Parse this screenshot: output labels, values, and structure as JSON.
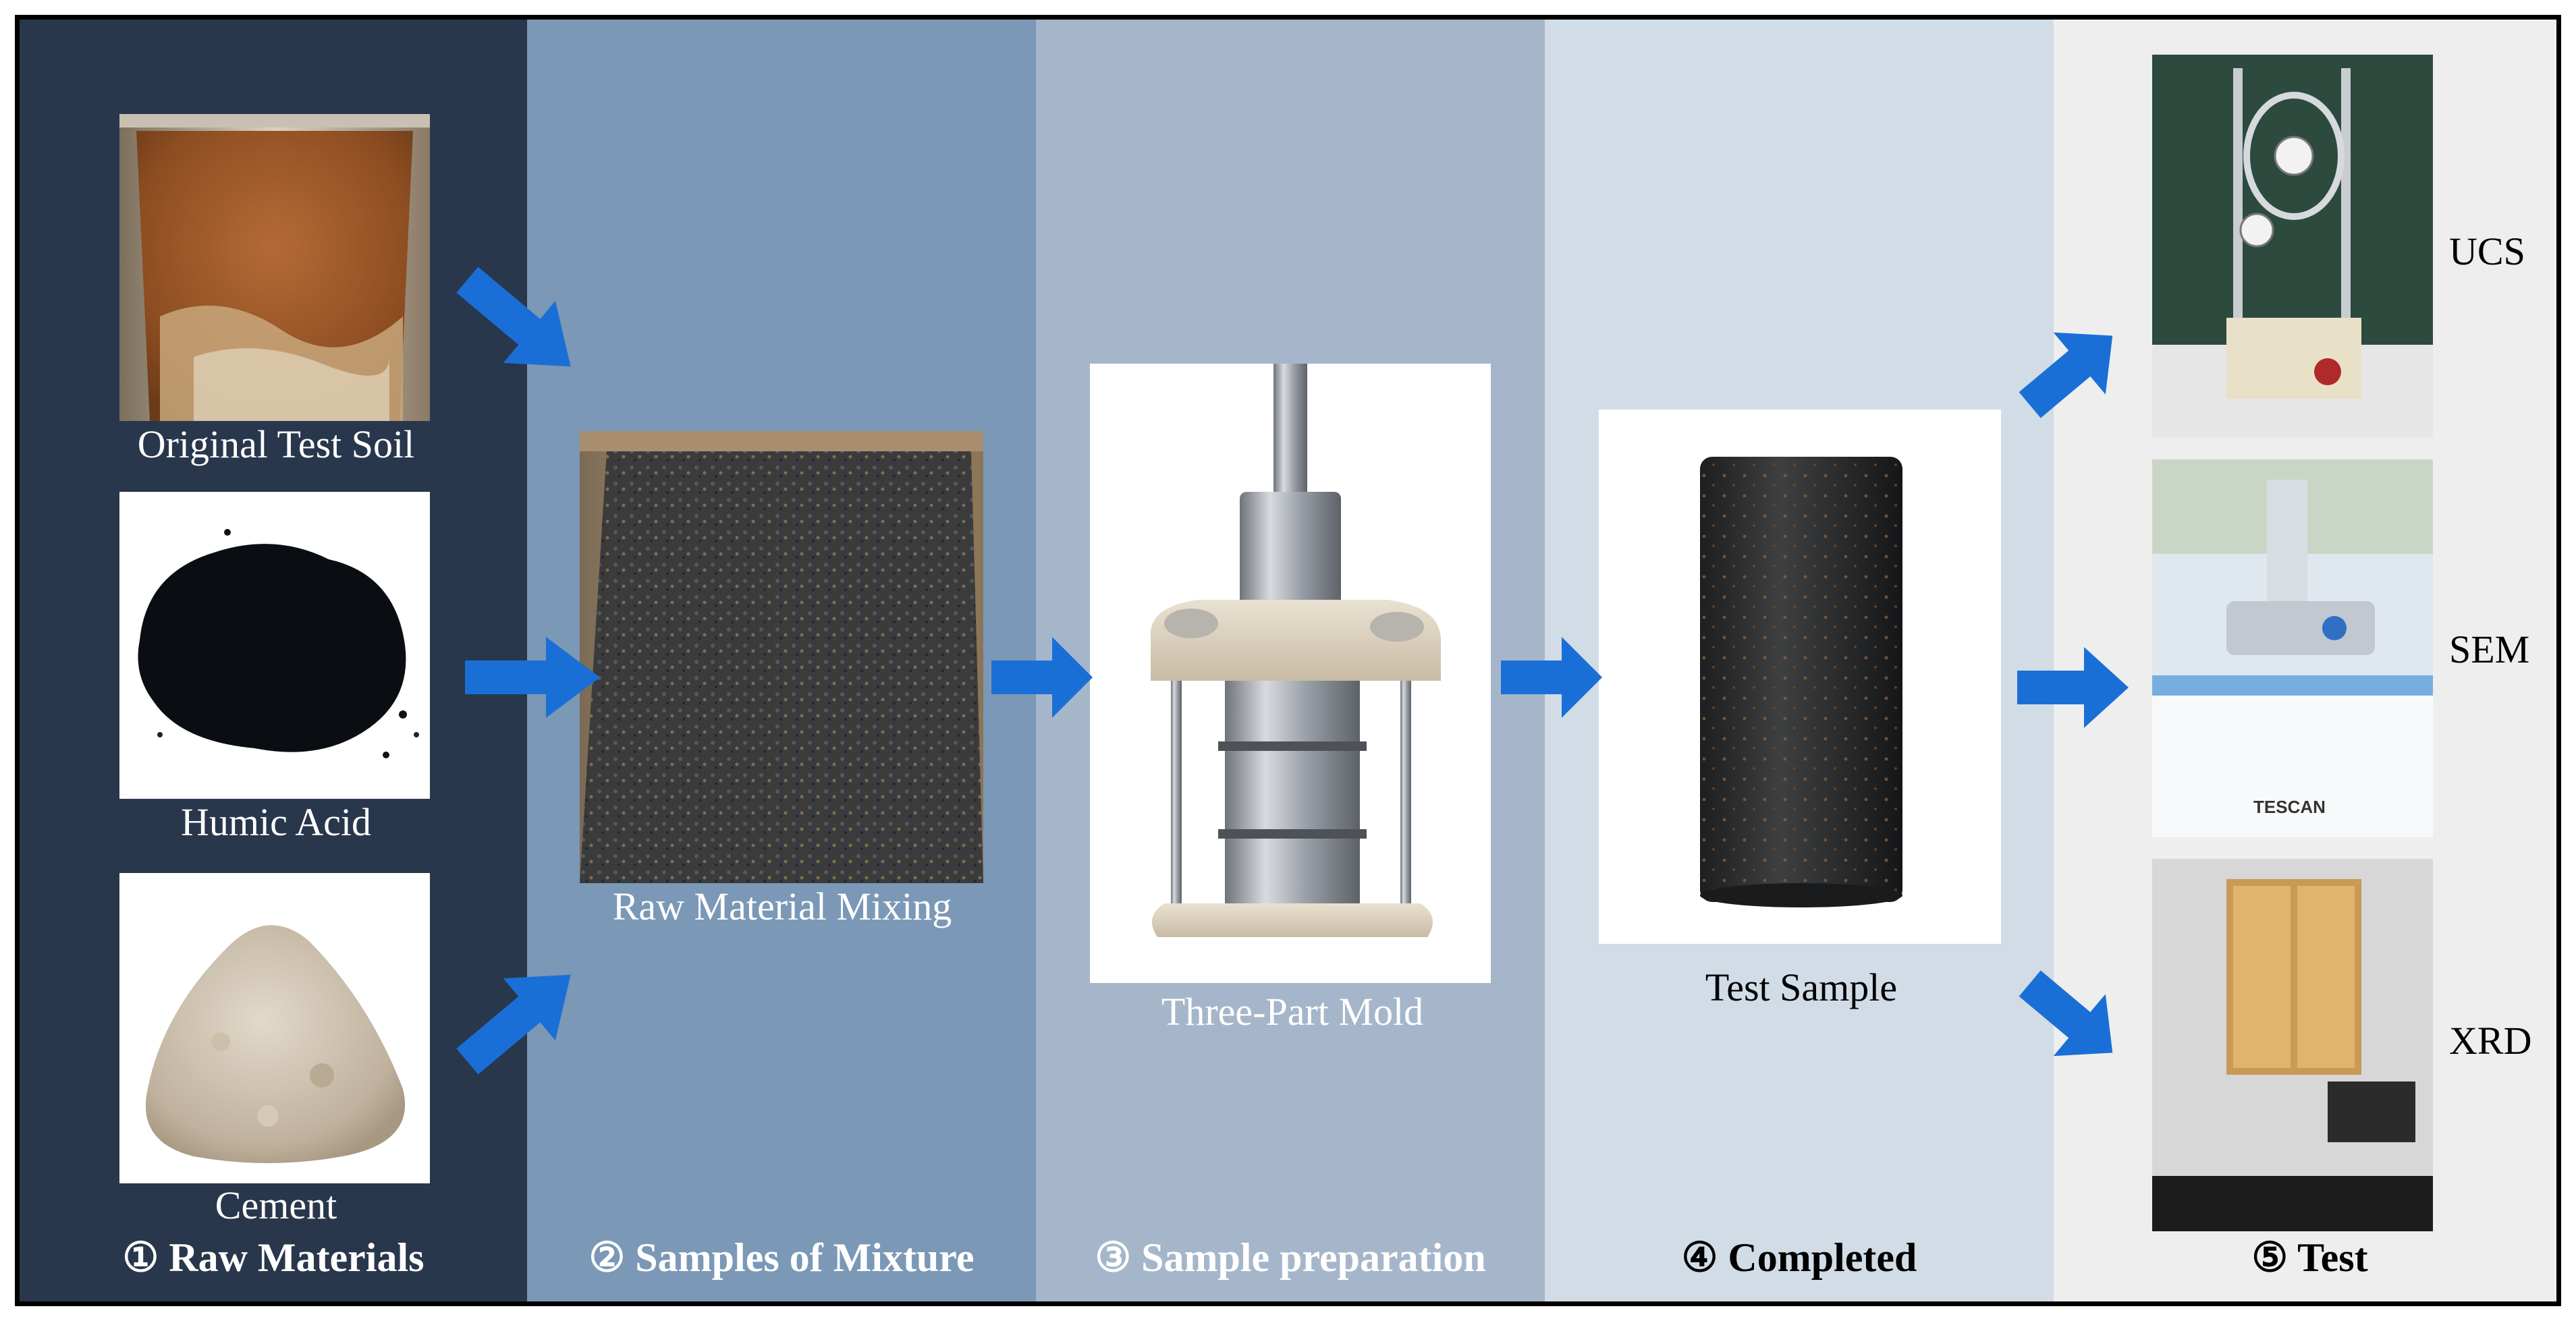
{
  "colors": {
    "panel_1": "#29374c",
    "panel_2": "#7b98b6",
    "panel_3": "#a6b6ca",
    "panel_4": "#d1dce6",
    "panel_5": "#eeeeee",
    "arrow": "#1a6fd6"
  },
  "steps": [
    {
      "label": "① Raw Materials"
    },
    {
      "label": "② Samples of Mixture"
    },
    {
      "label": "③ Sample preparation"
    },
    {
      "label": "④ Completed"
    },
    {
      "label": "⑤ Test"
    }
  ],
  "raw_materials": {
    "soil_caption": "Original Test Soil",
    "humic_caption": "Humic Acid",
    "cement_caption": "Cement"
  },
  "mixture": {
    "caption": "Raw Material Mixing"
  },
  "preparation": {
    "caption": "Three-Part Mold"
  },
  "completed": {
    "caption": "Test Sample"
  },
  "tests": {
    "ucs": "UCS",
    "sem": "SEM",
    "xrd": "XRD",
    "sem_brand": "TESCAN"
  }
}
